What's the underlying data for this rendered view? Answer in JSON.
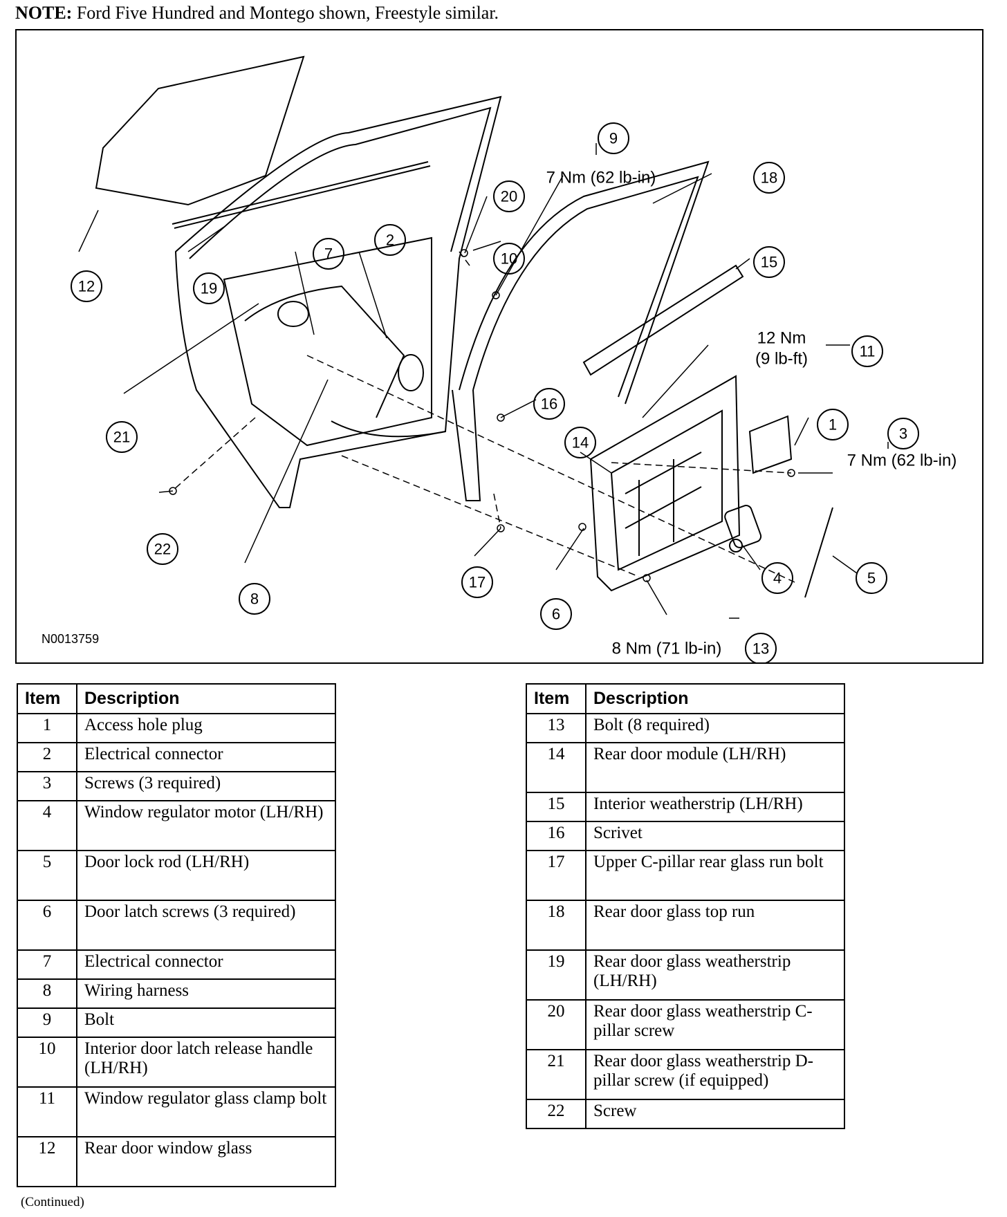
{
  "note": {
    "label": "NOTE:",
    "text": "Ford Five Hundred and Montego shown, Freestyle similar."
  },
  "figure": {
    "id": "N0013759",
    "callouts": [
      "1",
      "2",
      "3",
      "4",
      "5",
      "6",
      "7",
      "8",
      "9",
      "10",
      "11",
      "12",
      "13",
      "14",
      "15",
      "16",
      "17",
      "18",
      "19",
      "20",
      "21",
      "22"
    ],
    "specs": {
      "bolt_9": "7 Nm (62 lb-in)",
      "clamp_11_line1": "12 Nm",
      "clamp_11_line2": "(9 lb-ft)",
      "screws_3": "7 Nm (62 lb-in)",
      "bolt_13": "8 Nm (71 lb-in)"
    }
  },
  "legend": {
    "header_item": "Item",
    "header_description": "Description",
    "left": [
      {
        "item": "1",
        "description": "Access hole plug"
      },
      {
        "item": "2",
        "description": "Electrical connector"
      },
      {
        "item": "3",
        "description": "Screws (3 required)"
      },
      {
        "item": "4",
        "description": "Window regulator motor (LH/RH)"
      },
      {
        "item": "5",
        "description": "Door lock rod (LH/RH)"
      },
      {
        "item": "6",
        "description": "Door latch screws (3 required)"
      },
      {
        "item": "7",
        "description": "Electrical connector"
      },
      {
        "item": "8",
        "description": "Wiring harness"
      },
      {
        "item": "9",
        "description": "Bolt"
      },
      {
        "item": "10",
        "description": "Interior door latch release handle (LH/RH)"
      },
      {
        "item": "11",
        "description": "Window regulator glass clamp bolt"
      },
      {
        "item": "12",
        "description": "Rear door window glass"
      }
    ],
    "right": [
      {
        "item": "13",
        "description": "Bolt (8 required)"
      },
      {
        "item": "14",
        "description": "Rear door module (LH/RH)"
      },
      {
        "item": "15",
        "description": "Interior weatherstrip (LH/RH)"
      },
      {
        "item": "16",
        "description": "Scrivet"
      },
      {
        "item": "17",
        "description": "Upper C-pillar rear glass run bolt"
      },
      {
        "item": "18",
        "description": "Rear door glass top run"
      },
      {
        "item": "19",
        "description": "Rear door glass weatherstrip (LH/RH)"
      },
      {
        "item": "20",
        "description": "Rear door glass weatherstrip C-pillar screw"
      },
      {
        "item": "21",
        "description": "Rear door glass weatherstrip D-pillar screw (if equipped)"
      },
      {
        "item": "22",
        "description": "Screw"
      }
    ]
  },
  "footer": {
    "continued": "(Continued)"
  }
}
